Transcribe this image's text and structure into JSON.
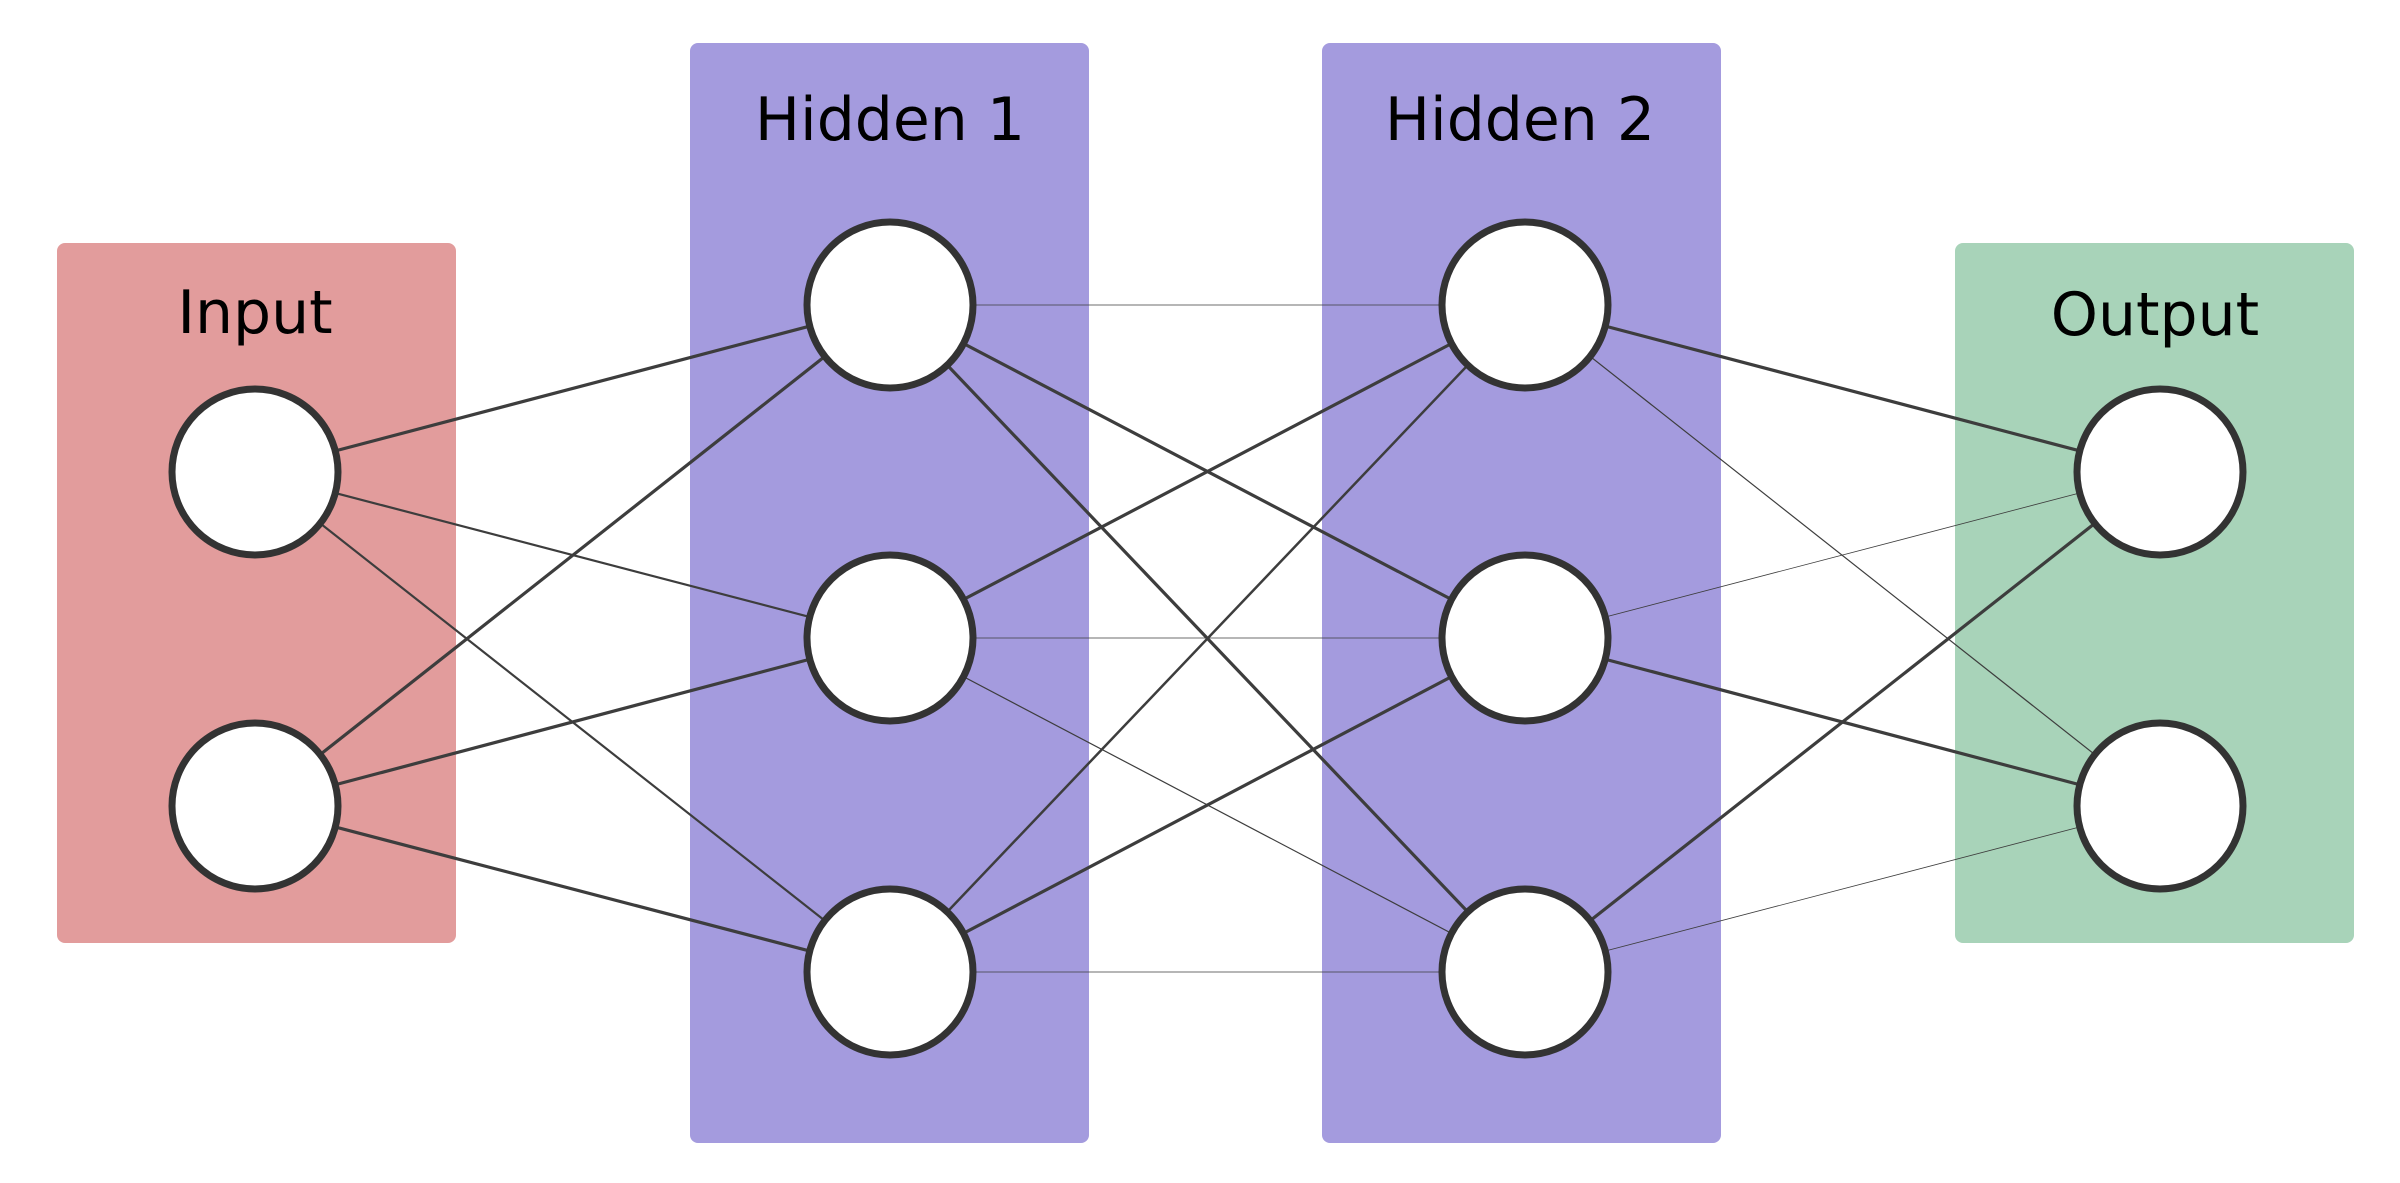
{
  "diagram": {
    "layers": [
      {
        "id": "input",
        "label": "Input",
        "color": "#e29c9c",
        "neurons": 2
      },
      {
        "id": "hidden1",
        "label": "Hidden 1",
        "color": "#a49bde",
        "neurons": 3
      },
      {
        "id": "hidden2",
        "label": "Hidden 2",
        "color": "#a49bde",
        "neurons": 3
      },
      {
        "id": "output",
        "label": "Output",
        "color": "#a8d3b9",
        "neurons": 2
      }
    ],
    "connection_color": "#3d3d3d",
    "neuron_fill": "#ffffff",
    "neuron_stroke": "#333333"
  }
}
